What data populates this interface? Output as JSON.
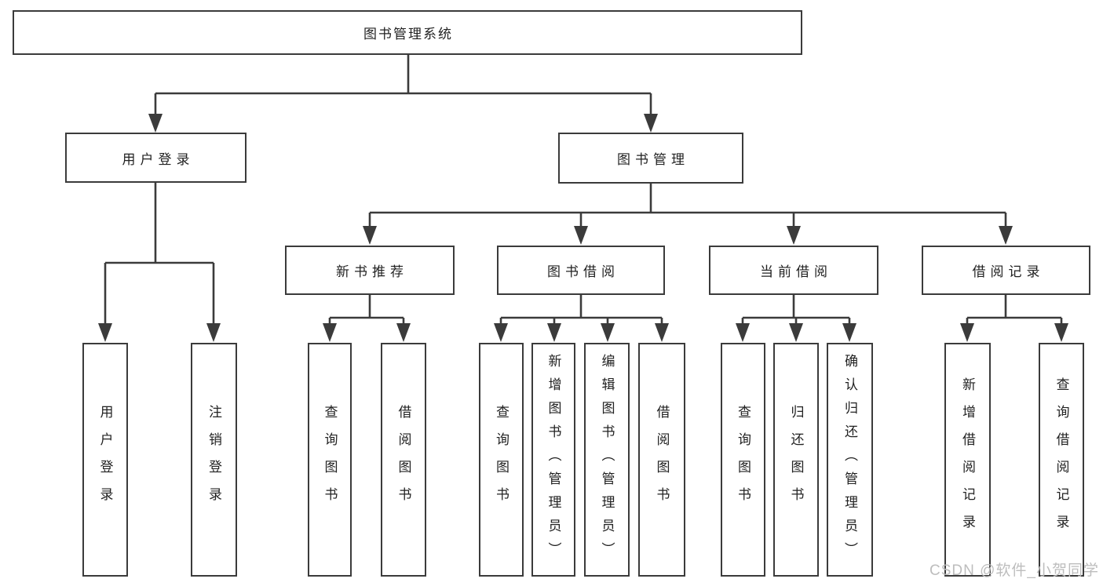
{
  "diagram": {
    "root": {
      "label": "图书管理系统"
    },
    "branches": [
      {
        "label": "用户登录",
        "children": [
          {
            "label": "用户登录"
          },
          {
            "label": "注销登录"
          }
        ]
      },
      {
        "label": "图书管理",
        "children": [
          {
            "label": "新书推荐",
            "children": [
              {
                "label": "查询图书"
              },
              {
                "label": "借阅图书"
              }
            ]
          },
          {
            "label": "图书借阅",
            "children": [
              {
                "label": "查询图书"
              },
              {
                "label": "新增图书（管理员）"
              },
              {
                "label": "编辑图书（管理员）"
              },
              {
                "label": "借阅图书"
              }
            ]
          },
          {
            "label": "当前借阅",
            "children": [
              {
                "label": "查询图书"
              },
              {
                "label": "归还图书"
              },
              {
                "label": "确认归还（管理员）"
              }
            ]
          },
          {
            "label": "借阅记录",
            "children": [
              {
                "label": "新增借阅记录"
              },
              {
                "label": "查询借阅记录"
              }
            ]
          }
        ]
      }
    ]
  },
  "watermark": {
    "text": "CSDN @软件_小贺同学"
  },
  "colors": {
    "line": "#3b3b3b",
    "text": "#222222",
    "watermark": "#bdbdbd",
    "background": "#ffffff"
  }
}
